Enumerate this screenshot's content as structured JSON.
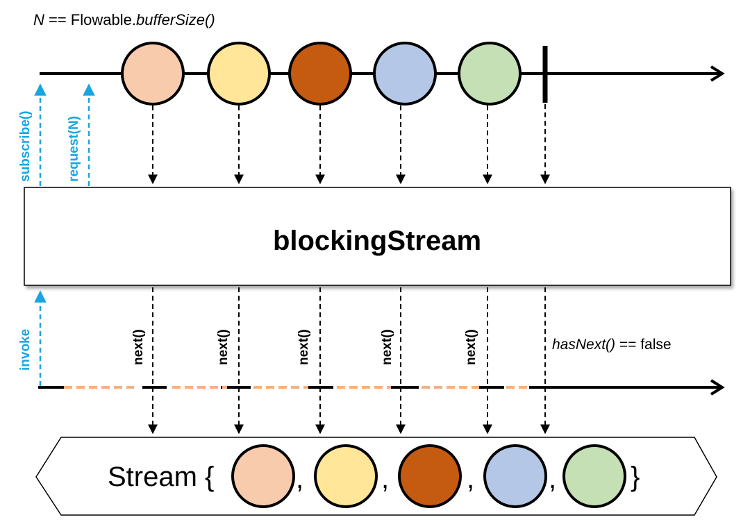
{
  "header": {
    "n_label": "N",
    "equals": " == Flowable.",
    "method": "bufferSize()"
  },
  "operator": {
    "name": "blockingStream"
  },
  "signals": {
    "subscribe": "subscribe()",
    "request": "request(N)",
    "invoke": "invoke"
  },
  "next_label": "next()",
  "has_next": {
    "call": "hasNext()",
    "rest": " == false"
  },
  "stream": {
    "prefix": "Stream {",
    "separator": ",",
    "suffix": "}"
  },
  "colors": {
    "item_fills": [
      "#f8cbad",
      "#ffe699",
      "#c55a11",
      "#b4c7e7",
      "#c5e0b4"
    ],
    "signal_blue": "#19a6e0",
    "dash_orange": "#f4b183",
    "stroke": "#000000"
  },
  "items": [
    {
      "id": "item-1",
      "color_name": "light-orange"
    },
    {
      "id": "item-2",
      "color_name": "light-yellow"
    },
    {
      "id": "item-3",
      "color_name": "dark-orange"
    },
    {
      "id": "item-4",
      "color_name": "light-blue"
    },
    {
      "id": "item-5",
      "color_name": "light-green"
    }
  ]
}
